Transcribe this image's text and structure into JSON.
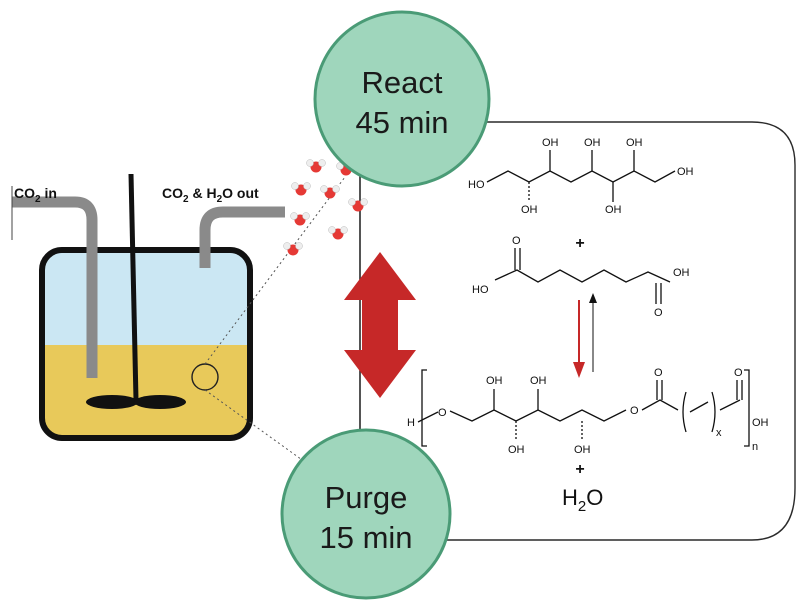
{
  "react": {
    "line1": "React",
    "line2": "45 min"
  },
  "purge": {
    "line1": "Purge",
    "line2": "15 min"
  },
  "reactor": {
    "inlet_prefix": "CO",
    "inlet_sub": "2",
    "inlet_suffix": " in",
    "outlet_prefix": "CO",
    "outlet_sub": "2",
    "outlet_mid": " & H",
    "outlet_sub2": "2",
    "outlet_suffix": "O out"
  },
  "chem": {
    "oh": "OH",
    "ho": "HO",
    "o": "O",
    "h": "H",
    "plus": "+",
    "x": "x",
    "n": "n",
    "water_h": "H",
    "water_sub": "2",
    "water_o": "O"
  },
  "colors": {
    "circle_fill": "#9fd6bc",
    "circle_stroke": "#4a9b76",
    "liquid": "#e8c95a",
    "headspace": "#cbe7f3",
    "arrow_red": "#c62828",
    "pipe": "#8a8a8a",
    "molecule_o": "#e53935"
  },
  "icons": {
    "double_arrow": "double-headed-arrow-icon",
    "water_molecule": "water-molecule-icon",
    "impeller": "impeller-icon"
  }
}
